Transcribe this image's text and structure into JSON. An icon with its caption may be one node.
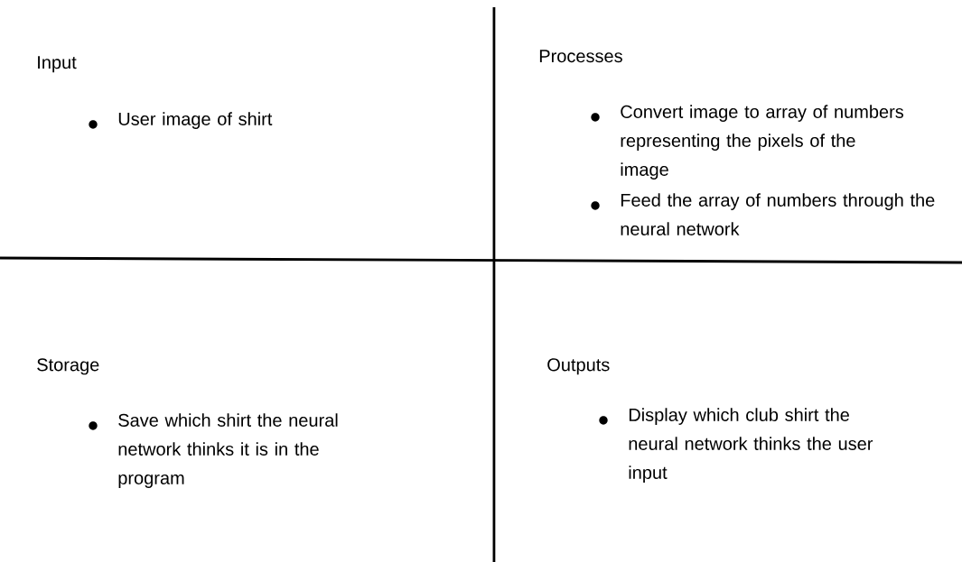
{
  "diagram": {
    "labels": [
      "Input",
      "User image of shirt",
      "Processes",
      "Convert image to array of numbers representing the pixels of the image",
      "Feed the array of numbers through the neural network",
      "Storage",
      "Save which shirt the neural network thinks it is in the program",
      "Outputs",
      "Display which club shirt the neural network thinks the user input"
    ]
  }
}
